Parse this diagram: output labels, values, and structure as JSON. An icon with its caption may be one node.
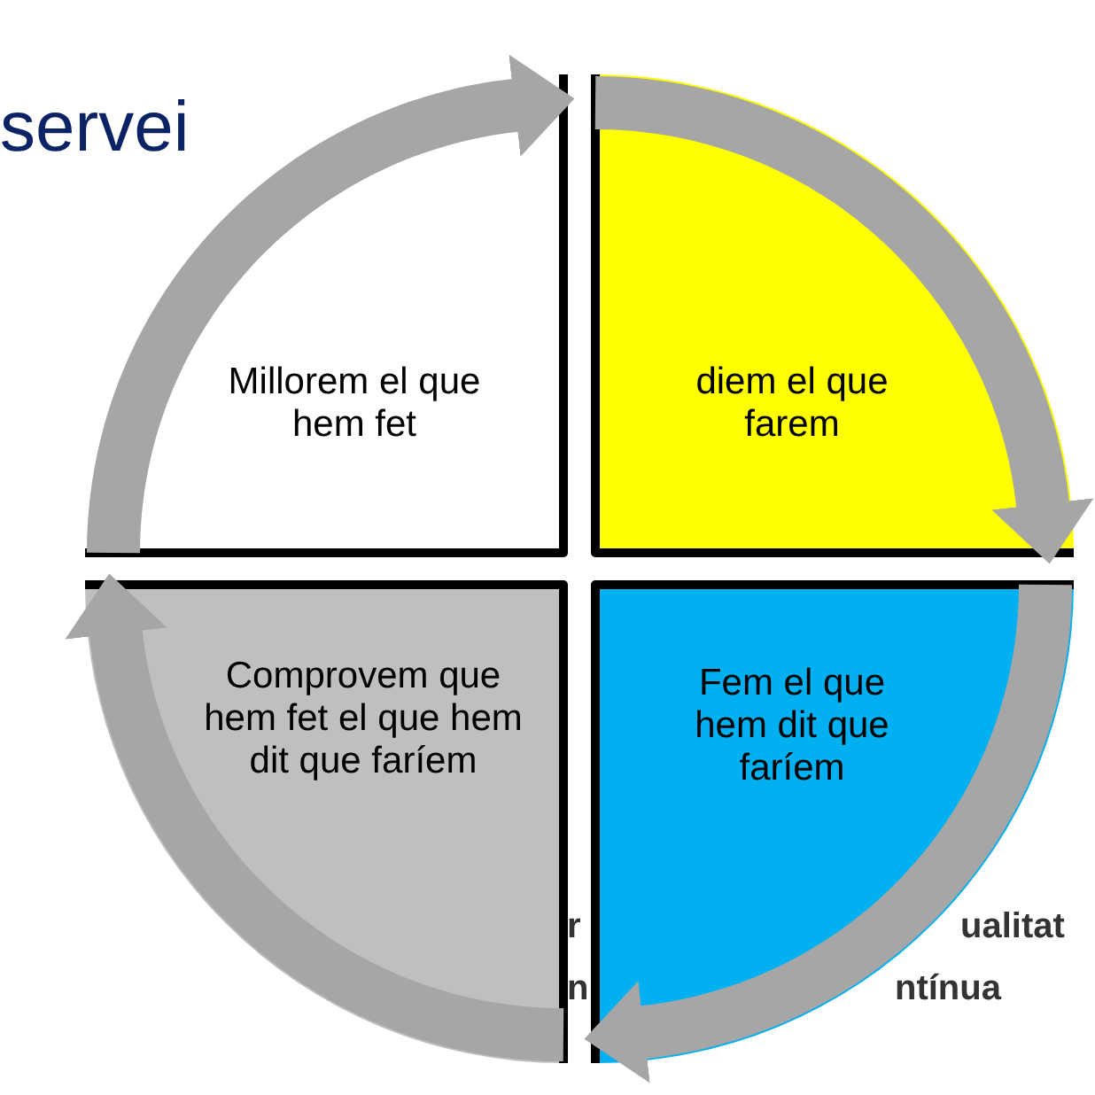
{
  "diagram": {
    "nodes": [
      {
        "text": [
          "Millorem el que hem fet"
        ]
      },
      {
        "text": [
          "diem el que farem"
        ]
      },
      {
        "text": [
          "Comprovem que hem fet el que hem dit que faríem"
        ]
      },
      {
        "text": [
          "Fem el que hem dit que faríem"
        ]
      }
    ],
    "edges": [
      {
        "from": 0,
        "to": 1,
        "arrow": "to"
      },
      {
        "from": 1,
        "to": 3,
        "arrow": "to"
      },
      {
        "from": 3,
        "to": 2,
        "arrow": "to"
      },
      {
        "from": 2,
        "to": 0,
        "arrow": "to"
      }
    ],
    "labels": [
      "servei",
      "r",
      "ualitat",
      "n",
      "ntínua"
    ]
  }
}
